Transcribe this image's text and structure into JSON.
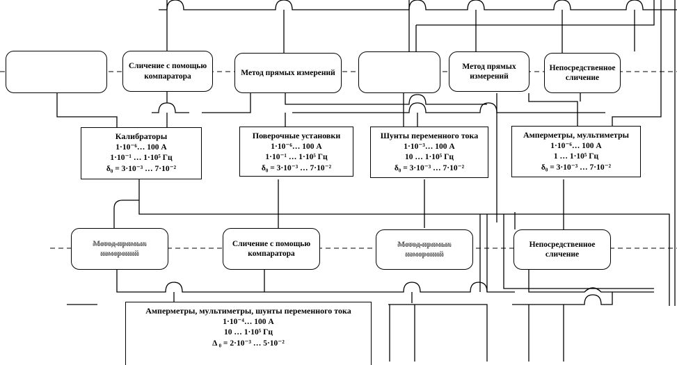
{
  "methods_top": [
    {
      "label": ""
    },
    {
      "label": "Сличение с помощью компаратора"
    },
    {
      "label": "Метод прямых измерений"
    },
    {
      "label": ""
    },
    {
      "label": "Метод прямых измерений"
    },
    {
      "label": "Непосредственное сличение"
    }
  ],
  "equipment_middle": [
    {
      "title": "Калибраторы",
      "lines": [
        "1·10⁻⁶… 100 А",
        "1·10⁻¹ … 1·10⁵ Гц",
        "δ₀ = 3·10⁻³ … 7·10⁻²"
      ]
    },
    {
      "title": "Поверочные установки",
      "lines": [
        "1·10⁻⁶… 100 А",
        "1·10⁻¹ … 1·10⁵ Гц",
        "δ₀ = 3·10⁻³ … 7·10⁻²"
      ]
    },
    {
      "title": "Шунты переменного тока",
      "lines": [
        "1·10⁻³… 100 А",
        "10 … 1·10⁵ Гц",
        "δ₀ = 3·10⁻³ … 7·10⁻²"
      ]
    },
    {
      "title": "Амперметры, мультиметры",
      "lines": [
        "1·10⁻⁶… 100 А",
        "1 … 1·10⁵ Гц",
        "δ₀ = 3·10⁻³ … 7·10⁻²"
      ]
    }
  ],
  "methods_bottom": [
    {
      "label": "Метод прямых измерений"
    },
    {
      "label": "Сличение с помощью компаратора"
    },
    {
      "label": "Метод прямых измерений"
    },
    {
      "label": "Непосредственное сличение"
    }
  ],
  "equipment_bottom": {
    "title": "Амперметры, мультиметры, шунты переменного тока",
    "lines": [
      "1·10⁻⁴… 100 А",
      "10 … 1·10⁵ Гц",
      "Δ ₀ = 2·10⁻³ … 5·10⁻²"
    ]
  }
}
